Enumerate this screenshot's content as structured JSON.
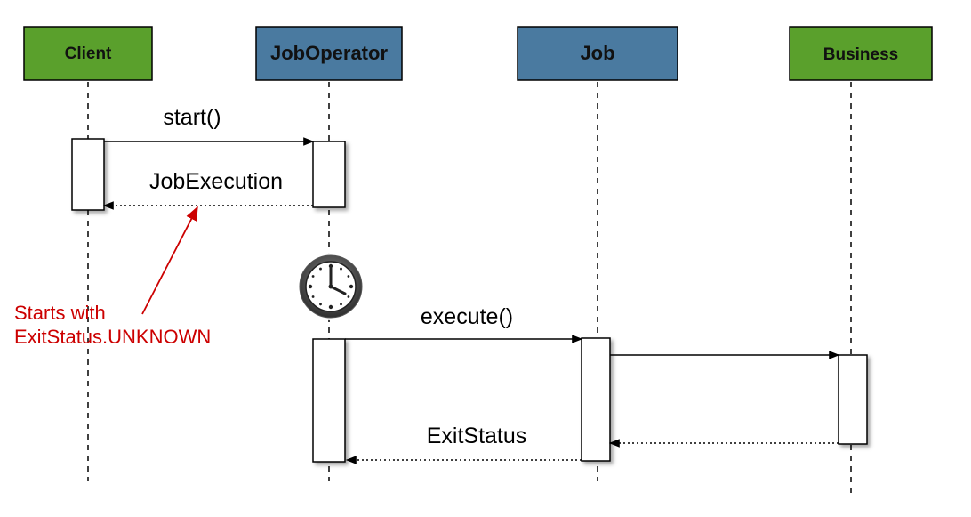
{
  "diagram": {
    "participants": [
      {
        "name": "Client",
        "fill": "#5aa02c"
      },
      {
        "name": "JobOperator",
        "fill": "#4a7aa0"
      },
      {
        "name": "Job",
        "fill": "#4a7aa0"
      },
      {
        "name": "Business",
        "fill": "#5aa02c"
      }
    ],
    "messages": [
      {
        "label": "start()",
        "from": "Client",
        "to": "JobOperator",
        "kind": "call"
      },
      {
        "label": "JobExecution",
        "from": "JobOperator",
        "to": "Client",
        "kind": "return"
      },
      {
        "label": "execute()",
        "from": "JobOperator",
        "to": "Job",
        "kind": "call"
      },
      {
        "label": "",
        "from": "Job",
        "to": "Business",
        "kind": "call"
      },
      {
        "label": "",
        "from": "Business",
        "to": "Job",
        "kind": "return"
      },
      {
        "label": "ExitStatus",
        "from": "Job",
        "to": "JobOperator",
        "kind": "return"
      }
    ],
    "note": {
      "line1": "Starts with",
      "line2": "ExitStatus.UNKNOWN",
      "color": "#cc0000"
    },
    "icons": [
      "clock-icon"
    ]
  }
}
